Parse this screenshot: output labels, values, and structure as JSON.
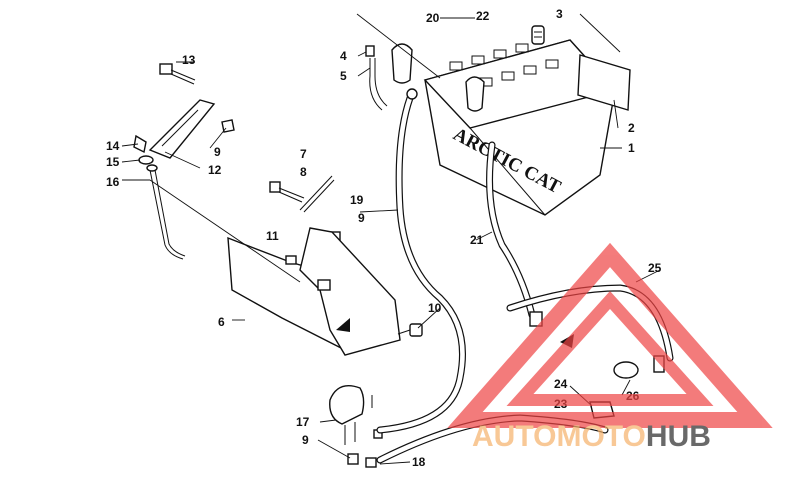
{
  "battery_brand": "ARCTIC CAT",
  "watermark": {
    "part1": "AUTO",
    "part2": "MOTO",
    "part3": "HUB",
    "color_main": "#f6b26b",
    "color_hub": "#2b2b2b",
    "triangle_color": "#ef4444"
  },
  "callouts": {
    "c1": "1",
    "c2": "2",
    "c3": "3",
    "c4": "4",
    "c5": "5",
    "c6": "6",
    "c7": "7",
    "c8": "8",
    "c9a": "9",
    "c9b": "9",
    "c9c": "9",
    "c10": "10",
    "c11": "11",
    "c12": "12",
    "c13": "13",
    "c14": "14",
    "c15": "15",
    "c16": "16",
    "c17": "17",
    "c18": "18",
    "c19": "19",
    "c20": "20",
    "c21": "21",
    "c22": "22",
    "c23": "23",
    "c24": "24",
    "c25": "25",
    "c26": "26"
  }
}
